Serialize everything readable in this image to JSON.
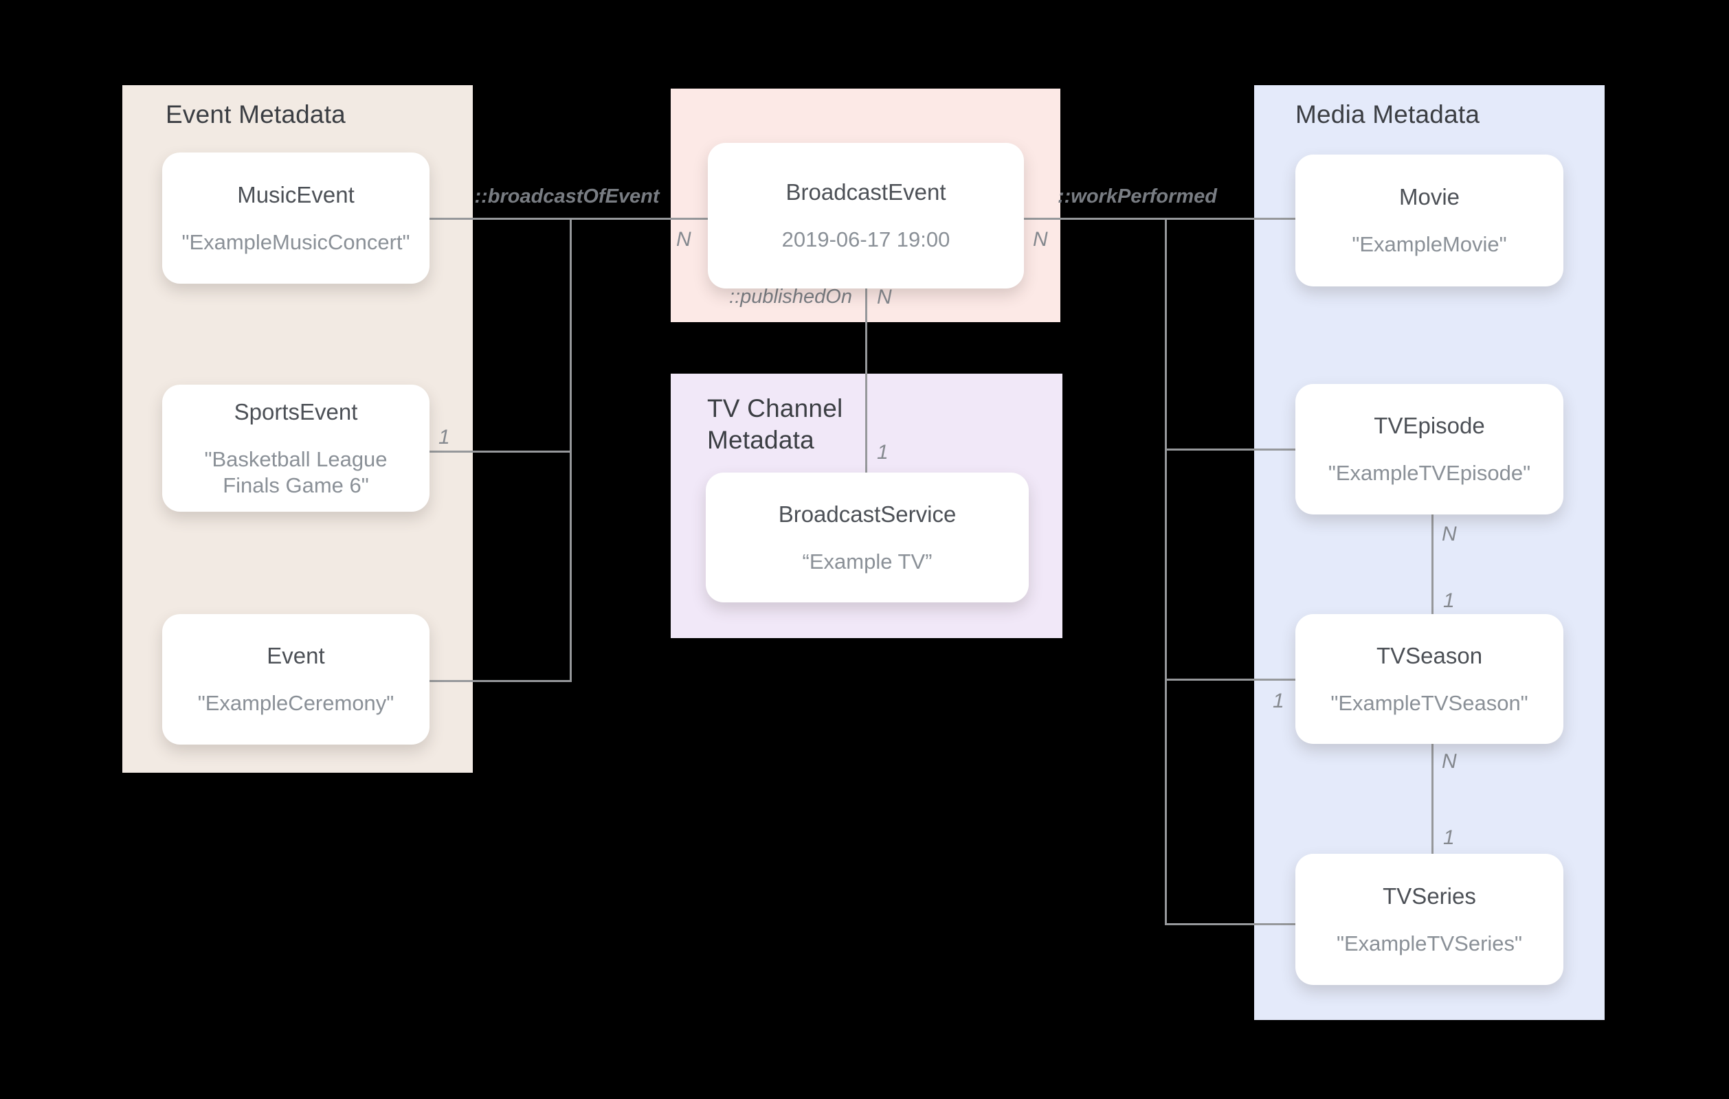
{
  "diagram": {
    "background_color": "#000000",
    "line_color": "#96989B",
    "panels": {
      "event": {
        "title": "Event Metadata",
        "bg": "#F2EAE3"
      },
      "broadcast": {
        "title": "",
        "bg": "#FCE9E6"
      },
      "tv_channel": {
        "title": "TV Channel\nMetadata",
        "bg": "#F1E8F8"
      },
      "media": {
        "title": "Media Metadata",
        "bg": "#E4EAFA"
      }
    },
    "nodes": {
      "music_event": {
        "title": "MusicEvent",
        "value": "\"ExampleMusicConcert\""
      },
      "sports_event": {
        "title": "SportsEvent",
        "value": "\"Basketball League Finals Game 6\""
      },
      "event": {
        "title": "Event",
        "value": "\"ExampleCeremony\""
      },
      "broadcast_event": {
        "title": "BroadcastEvent",
        "value": "2019-06-17 19:00"
      },
      "broadcast_service": {
        "title": "BroadcastService",
        "value": "“Example TV”"
      },
      "movie": {
        "title": "Movie",
        "value": "\"ExampleMovie\""
      },
      "tv_episode": {
        "title": "TVEpisode",
        "value": "\"ExampleTVEpisode\""
      },
      "tv_season": {
        "title": "TVSeason",
        "value": "\"ExampleTVSeason\""
      },
      "tv_series": {
        "title": "TVSeries",
        "value": "\"ExampleTVSeries\""
      }
    },
    "edge_labels": {
      "broadcast_of_event": "::broadcastOfEvent",
      "published_on": "::publishedOn",
      "work_performed": "::workPerformed"
    },
    "multiplicity": {
      "broadcast_of_event_n": "N",
      "broadcast_of_event_1": "1",
      "published_on_n": "N",
      "published_on_1": "1",
      "work_performed_n": "N",
      "work_performed_1": "1",
      "episode_to_season_n": "N",
      "episode_to_season_1": "1",
      "season_to_series_n": "N",
      "season_to_series_1": "1"
    }
  }
}
